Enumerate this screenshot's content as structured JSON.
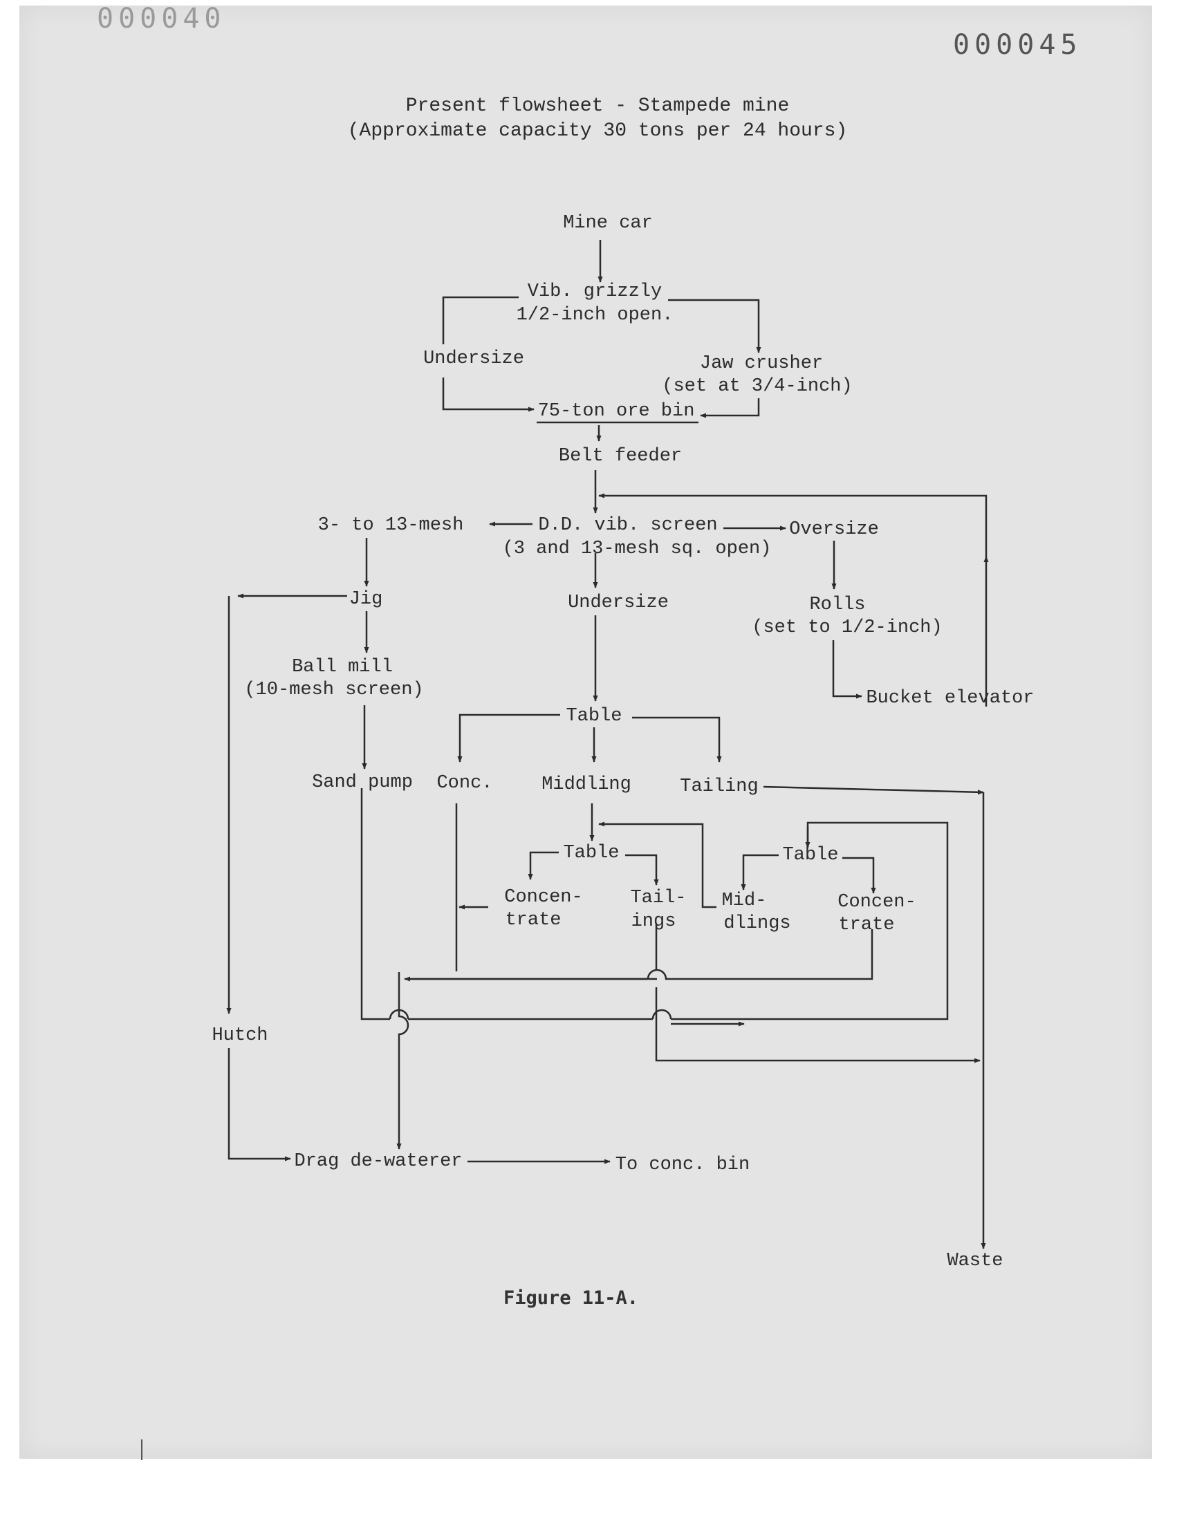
{
  "document": {
    "ghost_number": "000040",
    "number": "000045",
    "title_line1": "Present flowsheet - Stampede mine",
    "title_line2": "(Approximate capacity 30 tons per 24 hours)",
    "caption": "Figure 11-A."
  },
  "flowsheet": {
    "mine_car": "Mine car",
    "vib_grizzly_1": "Vib. grizzly",
    "vib_grizzly_2": "1/2-inch open.",
    "undersize_top": "Undersize",
    "jaw_crusher_1": "Jaw crusher",
    "jaw_crusher_2": "(set at 3/4-inch)",
    "ore_bin": "75-ton ore bin",
    "belt_feeder": "Belt feeder",
    "screen_1": "D.D. vib. screen",
    "screen_2": "(3 and 13-mesh sq. open)",
    "mesh_fraction": "3- to 13-mesh",
    "oversize": "Oversize",
    "jig": "Jig",
    "undersize_screen": "Undersize",
    "rolls_1": "Rolls",
    "rolls_2": "(set to 1/2-inch)",
    "ball_mill_1": "Ball mill",
    "ball_mill_2": "(10-mesh screen)",
    "bucket_elevator": "Bucket elevator",
    "table_main": "Table",
    "sand_pump": "Sand pump",
    "conc": "Conc.",
    "middling": "Middling",
    "tailing": "Tailing",
    "table_left": "Table",
    "table_right": "Table",
    "concentrate_left_1": "Concen-",
    "concentrate_left_2": "trate",
    "tailings_1": "Tail-",
    "tailings_2": "ings",
    "middlings_1": "Mid-",
    "middlings_2": "dlings",
    "concentrate_right_1": "Concen-",
    "concentrate_right_2": "trate",
    "hutch": "Hutch",
    "drag_dewaterer": "Drag de-waterer",
    "to_conc_bin": "To conc. bin",
    "waste": "Waste"
  }
}
